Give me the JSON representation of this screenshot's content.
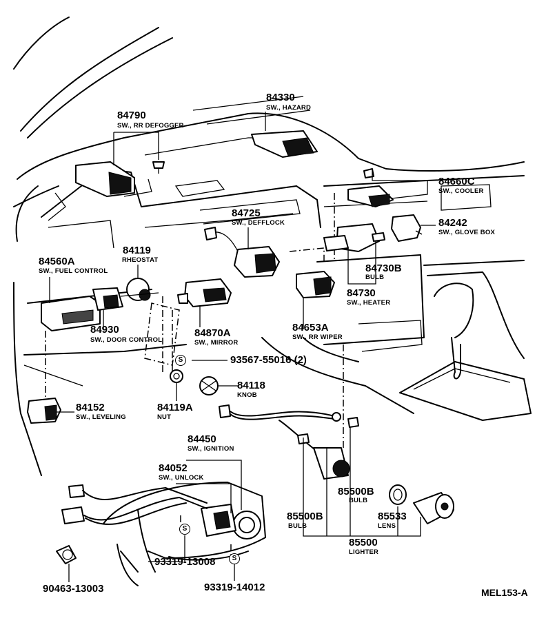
{
  "parts": [
    {
      "id": "84330",
      "desc": "SW., HAZARD"
    },
    {
      "id": "84790",
      "desc": "SW., RR DEFOGGER"
    },
    {
      "id": "84660C",
      "desc": "SW., COOLER"
    },
    {
      "id": "84242",
      "desc": "SW., GLOVE BOX"
    },
    {
      "id": "84725",
      "desc": "SW., DEFFLOCK"
    },
    {
      "id": "84119",
      "desc": "RHEOSTAT"
    },
    {
      "id": "84560A",
      "desc": "SW., FUEL CONTROL"
    },
    {
      "id": "84730B",
      "desc": "BULB"
    },
    {
      "id": "84730",
      "desc": "SW., HEATER"
    },
    {
      "id": "84930",
      "desc": "SW., DOOR CONTROL"
    },
    {
      "id": "84870A",
      "desc": "SW., MIRROR"
    },
    {
      "id": "84653A",
      "desc": "SW., RR WIPER"
    },
    {
      "id": "93567-55016",
      "desc": "(2)"
    },
    {
      "id": "84118",
      "desc": "KNOB"
    },
    {
      "id": "84152",
      "desc": "SW., LEVELING"
    },
    {
      "id": "84119A",
      "desc": "NUT"
    },
    {
      "id": "84450",
      "desc": "SW., IGNITION"
    },
    {
      "id": "84052",
      "desc": "SW., UNLOCK"
    },
    {
      "id": "85500B_a",
      "desc": "BULB",
      "label": "85500B"
    },
    {
      "id": "85500B_b",
      "desc": "BULB",
      "label": "85500B"
    },
    {
      "id": "85533",
      "desc": "LENS"
    },
    {
      "id": "85500",
      "desc": "LIGHTER"
    },
    {
      "id": "93319-13008",
      "desc": ""
    },
    {
      "id": "90463-13003",
      "desc": ""
    },
    {
      "id": "93319-14012",
      "desc": ""
    }
  ],
  "labels": {
    "p84330": "84330",
    "d84330": "SW., HAZARD",
    "p84790": "84790",
    "d84790": "SW., RR DEFOGGER",
    "p84660C": "84660C",
    "d84660C": "SW., COOLER",
    "p84242": "84242",
    "d84242": "SW., GLOVE BOX",
    "p84725": "84725",
    "d84725": "SW., DEFFLOCK",
    "p84119": "84119",
    "d84119": "RHEOSTAT",
    "p84560A": "84560A",
    "d84560A": "SW., FUEL CONTROL",
    "p84730B": "84730B",
    "d84730B": "BULB",
    "p84730": "84730",
    "d84730": "SW., HEATER",
    "p84930": "84930",
    "d84930": "SW., DOOR CONTROL",
    "p84870A": "84870A",
    "d84870A": "SW., MIRROR",
    "p84653A": "84653A",
    "d84653A": "SW., RR WIPER",
    "p93567": "93567-55016 (2)",
    "p84118": "84118",
    "d84118": "KNOB",
    "p84152": "84152",
    "d84152": "SW., LEVELING",
    "p84119A": "84119A",
    "d84119A": "NUT",
    "p84450": "84450",
    "d84450": "SW., IGNITION",
    "p84052": "84052",
    "d84052": "SW., UNLOCK",
    "p85500Ba": "85500B",
    "d85500Ba": "BULB",
    "p85500Bb": "85500B",
    "d85500Bb": "BULB",
    "p85533": "85533",
    "d85533": "LENS",
    "p85500": "85500",
    "d85500": "LIGHTER",
    "p93319a": "93319-13008",
    "p90463": "90463-13003",
    "p93319b": "93319-14012",
    "s_mark": "S"
  },
  "reference": "MEL153-A"
}
